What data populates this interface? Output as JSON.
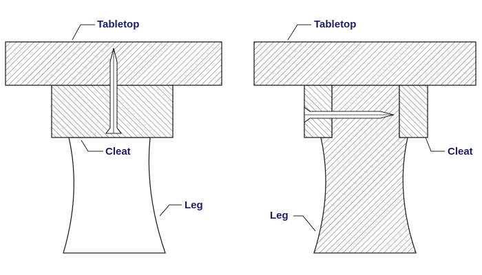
{
  "left_view": {
    "tabletop_label": "Tabletop",
    "cleat_label": "Cleat",
    "leg_label": "Leg"
  },
  "right_view": {
    "tabletop_label": "Tabletop",
    "cleat_label": "Cleat",
    "leg_label": "Leg"
  }
}
